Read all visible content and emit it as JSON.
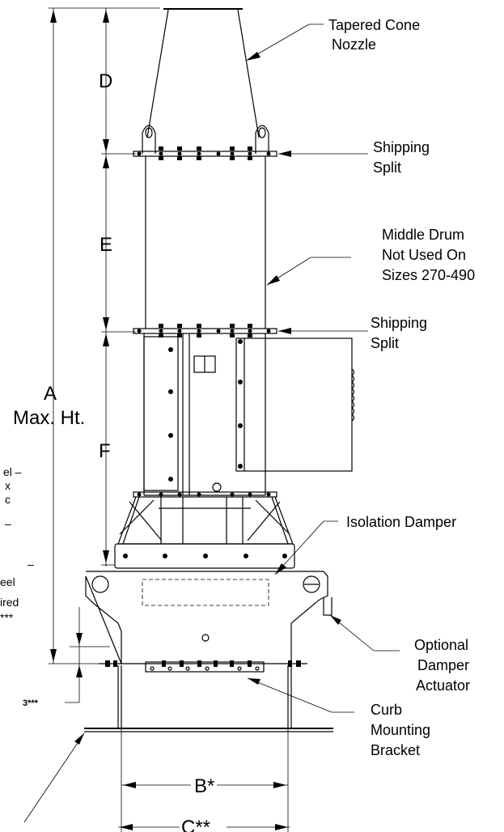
{
  "labels": {
    "tapered_cone_1": "Tapered Cone",
    "tapered_cone_2": "Nozzle",
    "shipping_split_top_1": "Shipping",
    "shipping_split_top_2": "Split",
    "middle_drum_1": "Middle Drum",
    "middle_drum_2": "Not Used On",
    "middle_drum_3": "Sizes 270-490",
    "shipping_split_bottom_1": "Shipping",
    "shipping_split_bottom_2": "Split",
    "isolation_damper": "Isolation Damper",
    "optional_damper_1": "Optional",
    "optional_damper_2": "Damper",
    "optional_damper_3": "Actuator",
    "curb_bracket_1": "Curb",
    "curb_bracket_2": "Mounting",
    "curb_bracket_3": "Bracket"
  },
  "dimensions": {
    "a_1": "A",
    "a_2": "Max. Ht.",
    "b": "B*",
    "c": "C**",
    "d": "D",
    "e": "E",
    "f": "F",
    "three": "3***"
  },
  "cut_off_text": {
    "line1": "el  –",
    "line2": "x",
    "line3": "c",
    "line4": "–",
    "line5": "–",
    "line6": "eel",
    "line7": "ired",
    "line8": "***"
  }
}
